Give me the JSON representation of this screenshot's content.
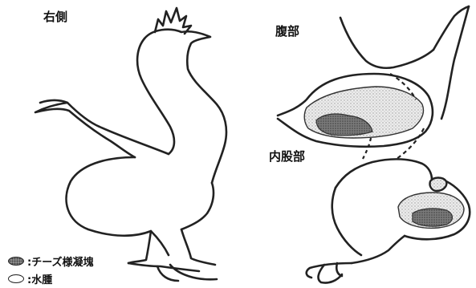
{
  "labels": {
    "right_side": "右側",
    "abdomen": "腹部",
    "inner_thigh": "内股部"
  },
  "legend": {
    "cheese_label": ":チーズ様凝塊",
    "edema_label": ":水腫"
  },
  "colors": {
    "outline": "#222222",
    "edema_fill": "#e8e8e8",
    "edema_dots": "#b0b0b0",
    "cheese_fill": "#6f6f6f"
  }
}
